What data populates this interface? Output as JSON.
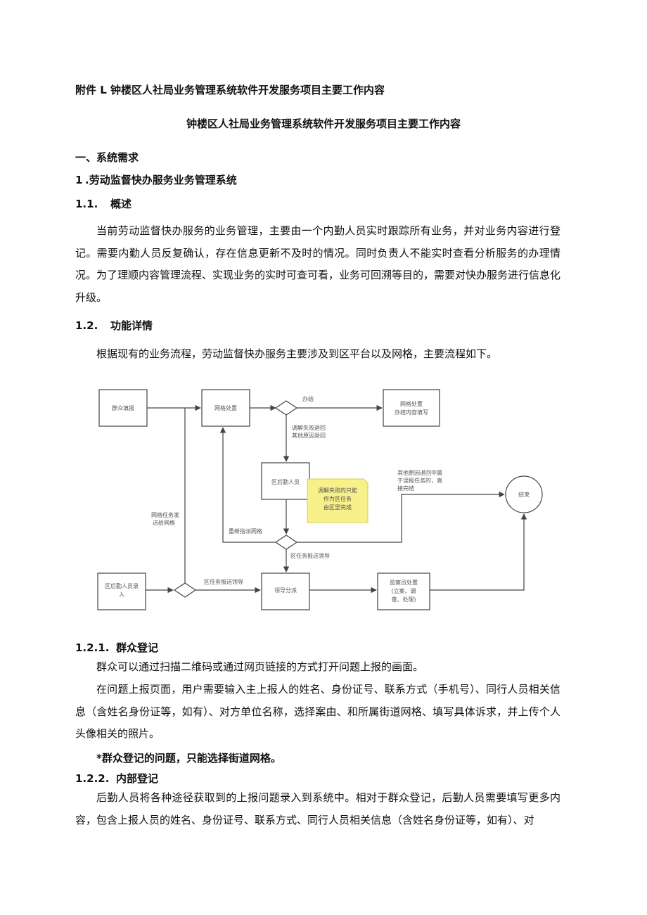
{
  "attachment_title": "附件 L 钟楼区人社局业务管理系统软件开发服务项目主要工作内容",
  "doc_title": "钟楼区人社局业务管理系统软件开发服务项目主要工作内容",
  "s1": "一、系统需求",
  "s1_1_num": "1",
  "s1_1_text": ".劳动监督快办服务业务管理系统",
  "s111_num": "1.1.",
  "s111_text": "概述",
  "overview": "当前劳动监督快办服务的业务管理，主要由一个内勤人员实时跟踪所有业务，并对业务内容进行登记。需要内勤人员反复确认，存在信息更新不及时的情况。同时负责人不能实时查看分析服务的办理情况。为了理顺内容管理流程、实现业务的实时可查可看，业务可回溯等目的，需要对快办服务进行信息化升级。",
  "s112_num": "1.2.",
  "s112_text": "功能详情",
  "func_intro": "根据现有的业务流程，劳动监督快办服务主要涉及到区平台以及网格，主要流程如下。",
  "diagram": {
    "box_public": "群众填报",
    "box_grid": "网格处置",
    "lbl_done": "办结",
    "box_grid_done_1": "网格处置",
    "box_grid_done_2": "办结内容填写",
    "lbl_fail_1": "调解失败退回",
    "lbl_fail_2": "其他原因退回",
    "box_district": "区后勤人员",
    "note_1": "调解失败的只能",
    "note_2": "作为区任务",
    "note_3": "由区里完成",
    "lbl_other_1": "其他原因退回中属",
    "lbl_other_2": "于误报任务的，直",
    "lbl_other_3": "接完结",
    "circle_end": "结束",
    "lbl_grid_task_1": "网格任务发",
    "lbl_grid_task_2": "送给网格",
    "lbl_reassign": "重新指派网格",
    "lbl_leader_1": "区任务报送领导",
    "box_entry_1": "区后勤人员录",
    "box_entry_2": "入",
    "lbl_leader_2": "区任务报送领导",
    "box_leader": "领导分派",
    "box_inspect_1": "监察员处置",
    "box_inspect_2": "(立案、调",
    "box_inspect_3": "查、处理)"
  },
  "s1221_num": "1.2.1.",
  "s1221_text": "群众登记",
  "pub_p1": "群众可以通过扫描二维码或通过网页链接的方式打开问题上报的画面。",
  "pub_p2": "在问题上报页面，用户需要输入主上报人的姓名、身份证号、联系方式（手机号）、同行人员相关信息（含姓名身份证等，如有）、对方单位名称，选择案由、和所属街道网格、填写具体诉求，并上传个人头像相关的照片。",
  "pub_note": "*群众登记的问题，只能选择街道网格。",
  "s1222_num": "1.2.2.",
  "s1222_text": "内部登记",
  "internal_p": "后勤人员将各种途径获取到的上报问题录入到系统中。相对于群众登记，后勤人员需要填写更多内容，包含上报人员的姓名、身份证号、联系方式、同行人员相关信息（含姓名身份证等，如有）、对"
}
